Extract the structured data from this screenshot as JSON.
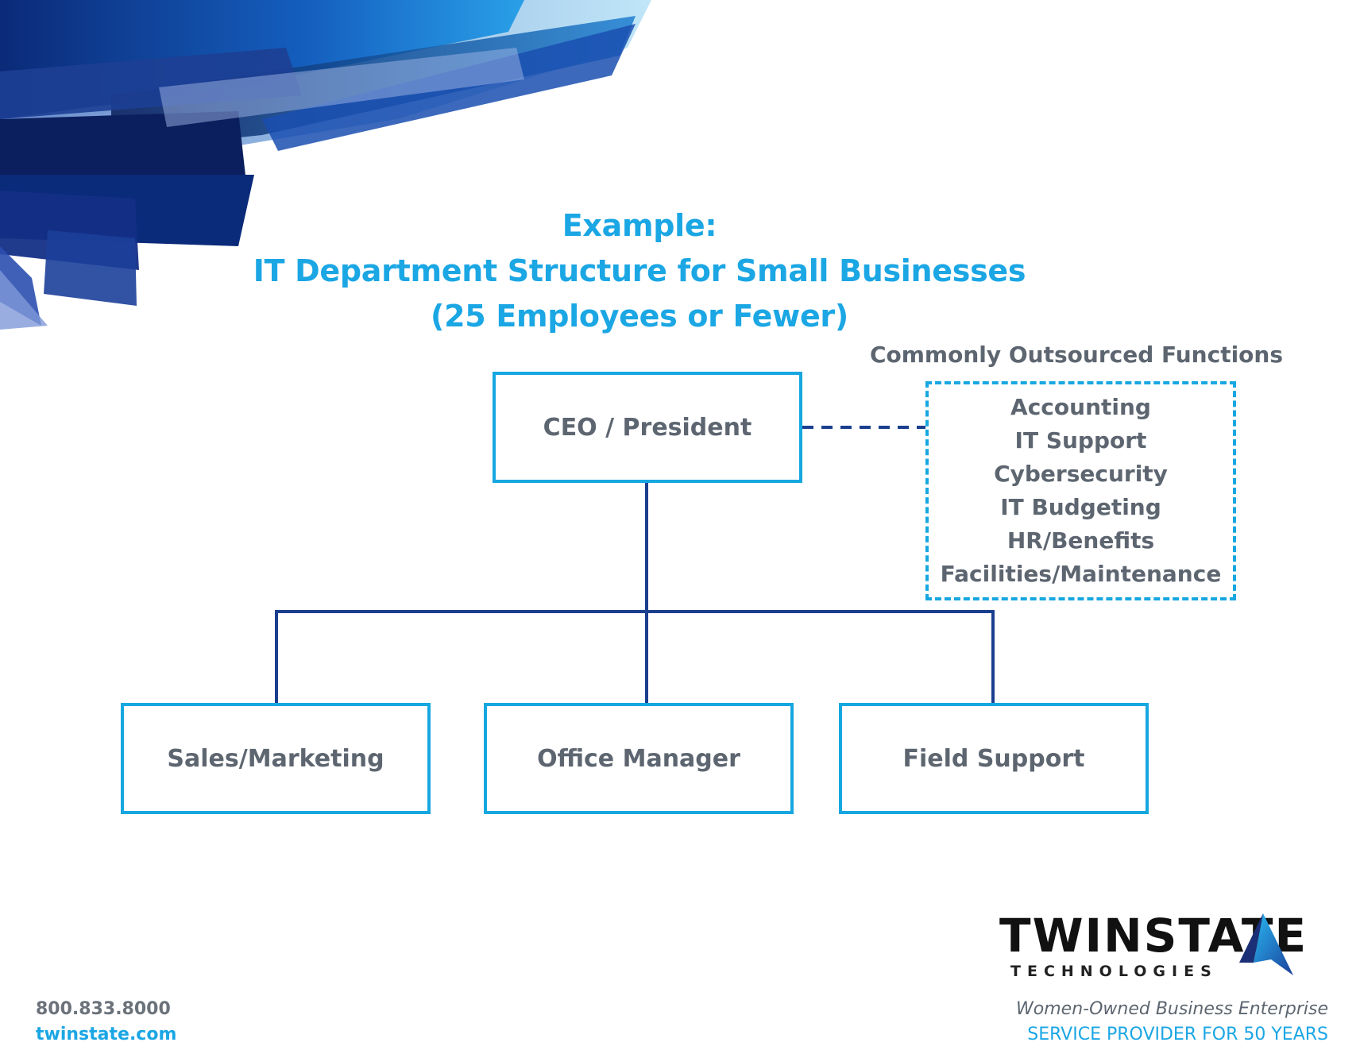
{
  "title": {
    "line1": "Example:",
    "line2": "IT Department Structure for Small Businesses",
    "line3": "(25 Employees or Fewer)"
  },
  "org": {
    "top": "CEO / President",
    "children": [
      "Sales/Marketing",
      "Office Manager",
      "Field Support"
    ]
  },
  "outsourced": {
    "heading": "Commonly Outsourced Functions",
    "items": [
      "Accounting",
      "IT Support",
      "Cybersecurity",
      "IT Budgeting",
      "HR/Benefits",
      "Facilities/Maintenance"
    ]
  },
  "logo": {
    "name": "TWINSTATE",
    "sub": "TECHNOLOGIES"
  },
  "footer": {
    "phone": "800.833.8000",
    "website": "twinstate.com",
    "tagline1": "Women-Owned Business Enterprise",
    "tagline2": "SERVICE PROVIDER FOR  50 YEARS"
  },
  "colors": {
    "accent": "#1ba6e4",
    "box_border": "#16a7e1",
    "connector": "#1b3f8f",
    "text": "#5d6670"
  }
}
